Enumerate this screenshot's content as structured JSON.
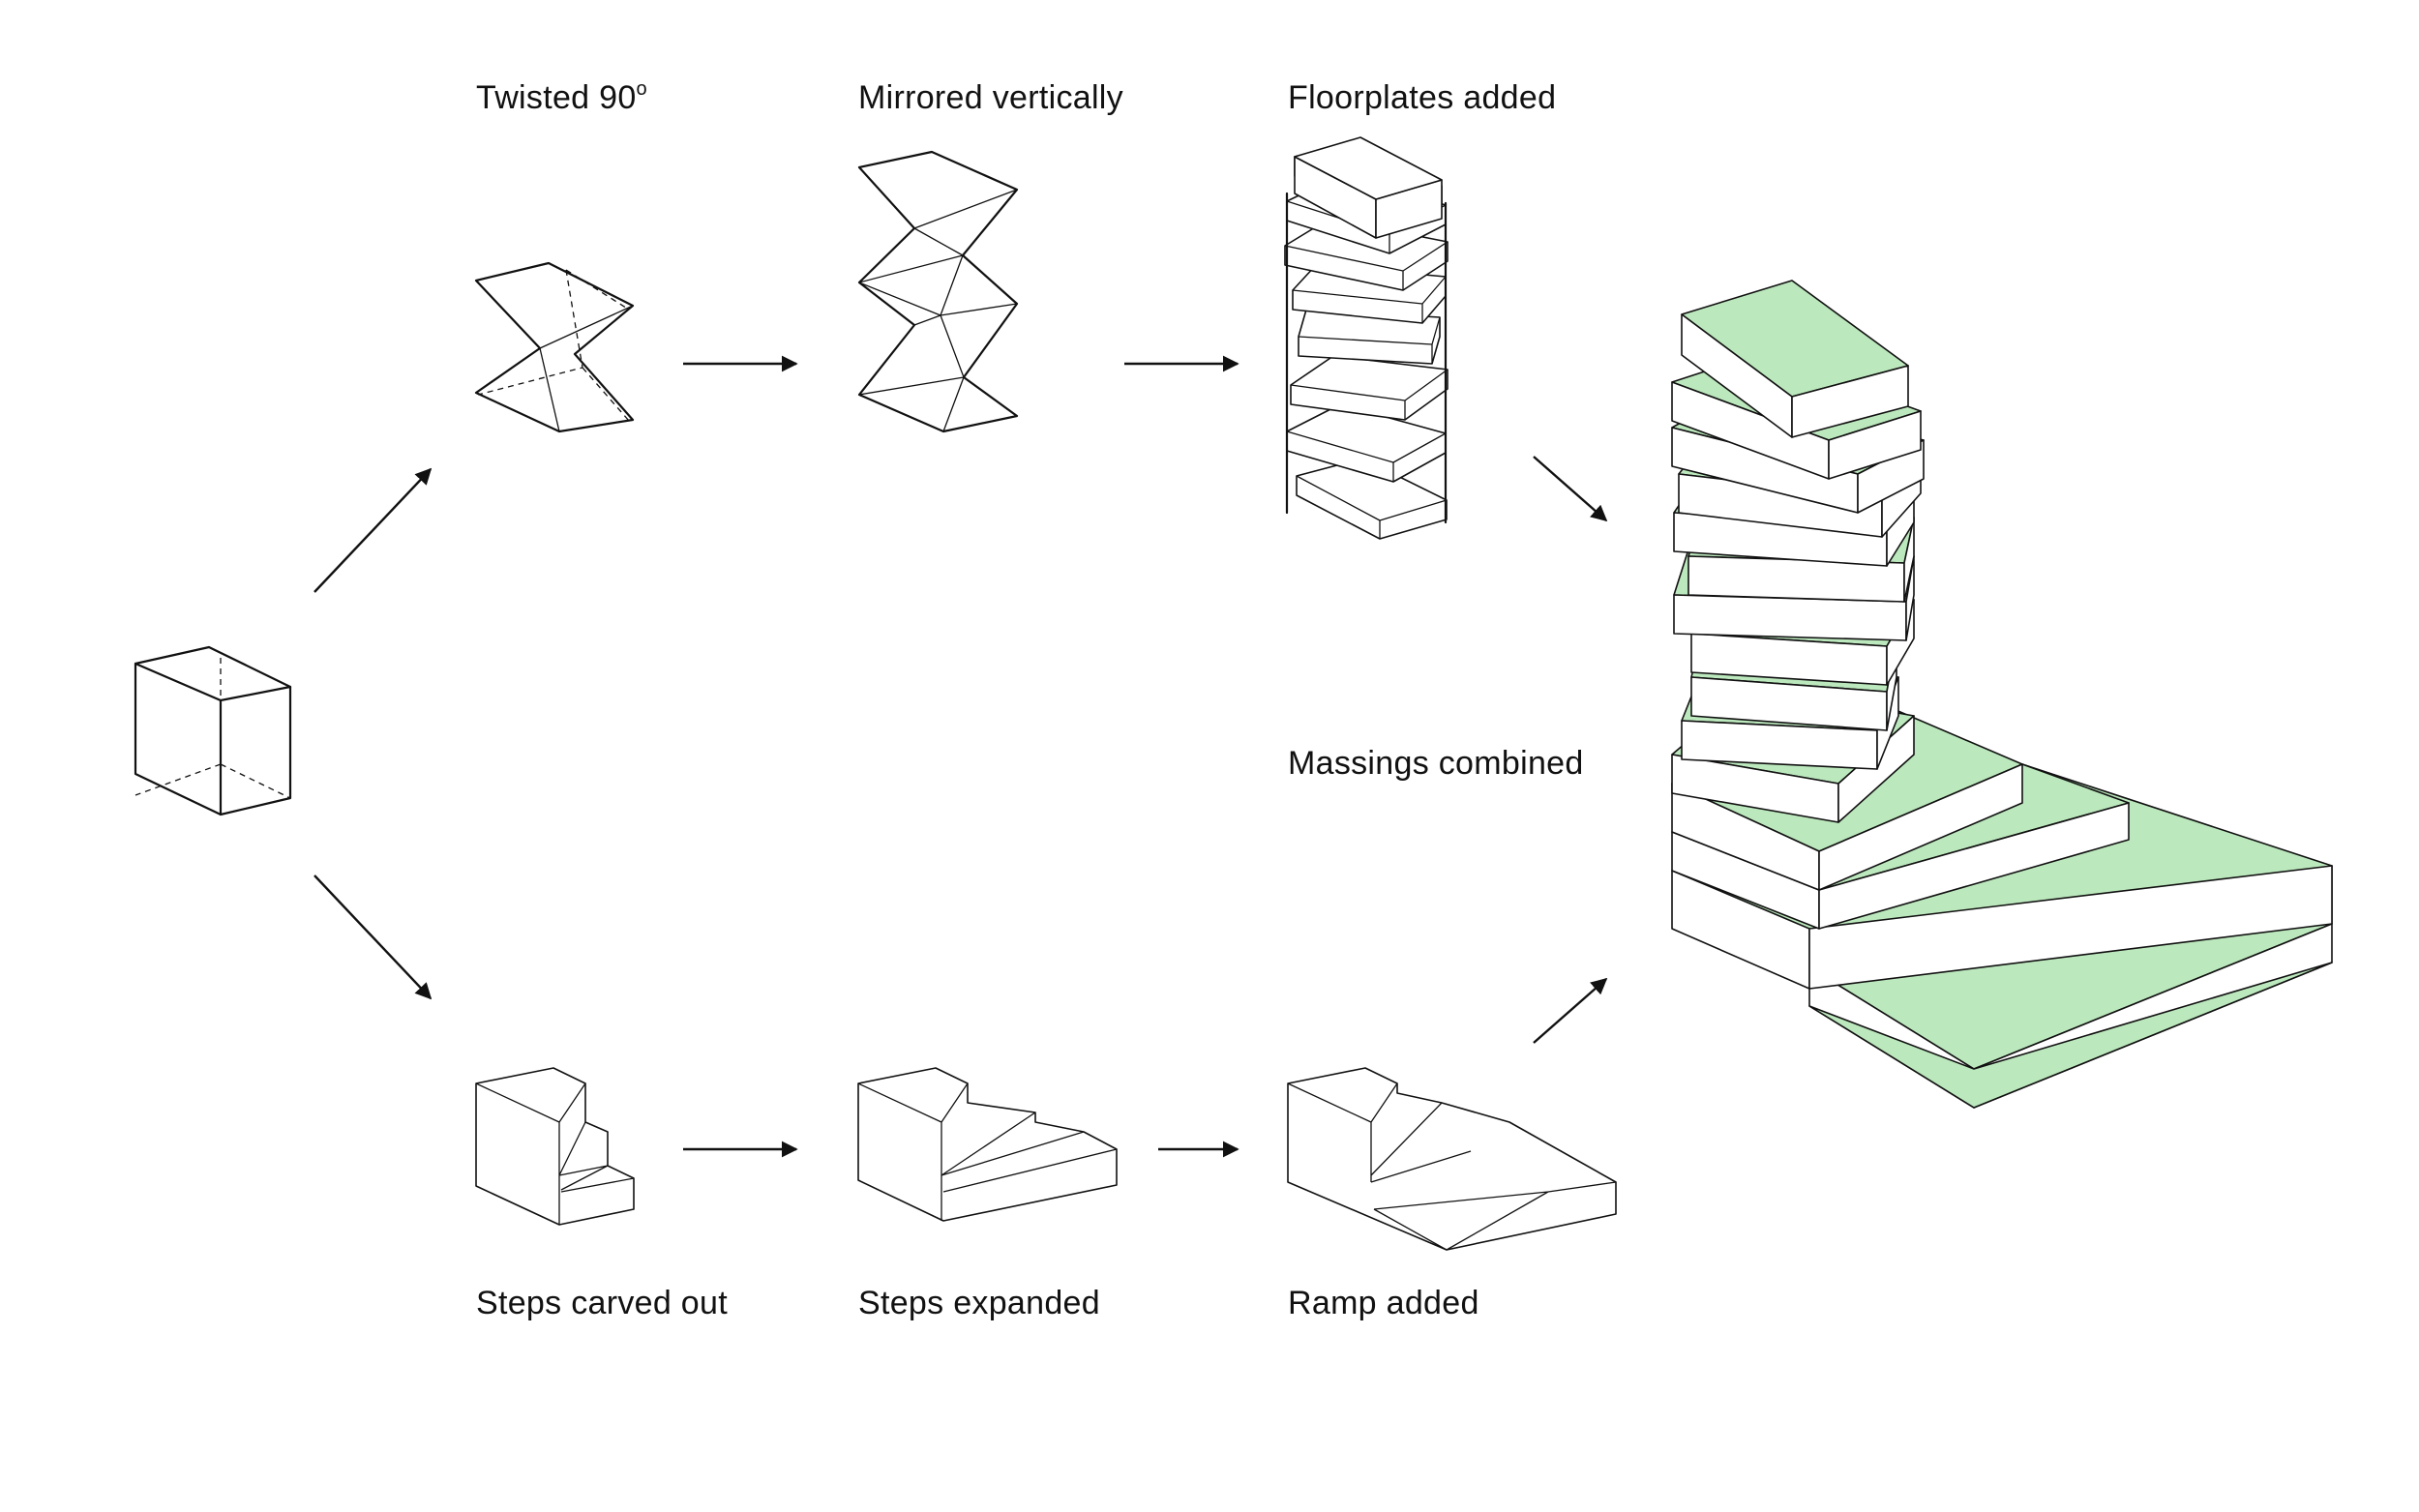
{
  "labels": {
    "twisted_prefix": "Twisted 90",
    "twisted_sup": "o",
    "mirrored": "Mirrored vertically",
    "floorplates": "Floorplates added",
    "combined": "Massings combined",
    "steps_carved": "Steps carved out",
    "steps_expanded": "Steps expanded",
    "ramp": "Ramp added"
  },
  "colors": {
    "line": "#111111",
    "roof_green": "#bce8bd",
    "background": "#ffffff"
  }
}
